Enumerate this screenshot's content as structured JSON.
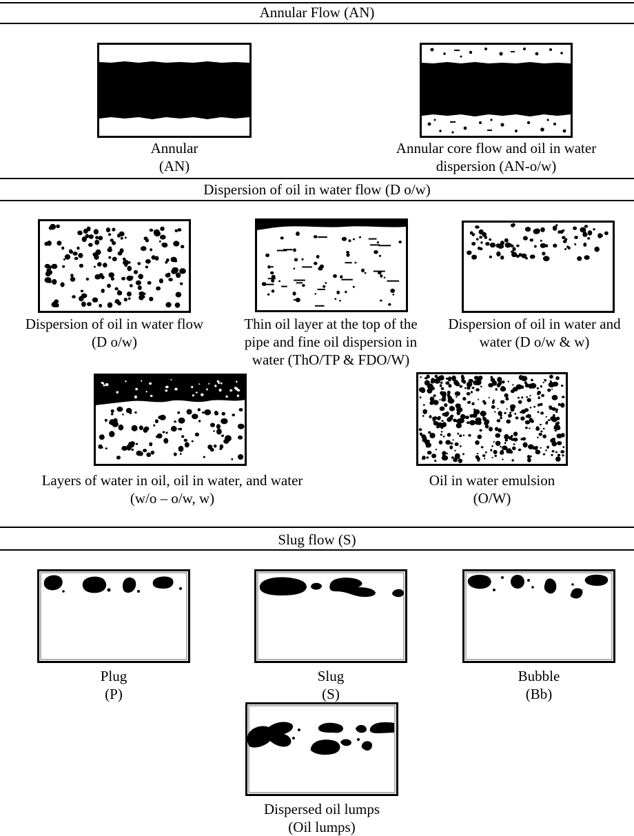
{
  "sections": [
    {
      "title": "Annular Flow (AN)"
    },
    {
      "title": "Dispersion of oil in water flow (D o/w)"
    },
    {
      "title": "Slug flow (S)"
    }
  ],
  "patterns": [
    {
      "id": "an",
      "lines": [
        "Annular",
        "(AN)"
      ]
    },
    {
      "id": "an_ow",
      "lines": [
        "Annular core flow and oil in water",
        "dispersion (AN-o/w)"
      ]
    },
    {
      "id": "dow",
      "lines": [
        "Dispersion of oil in water flow",
        "(D o/w)"
      ]
    },
    {
      "id": "tho",
      "lines": [
        "Thin oil layer at the top of the",
        "pipe and fine oil dispersion in",
        "water (ThO/TP & FDO/W)"
      ]
    },
    {
      "id": "dow_w",
      "lines": [
        "Dispersion of oil in water and",
        "water (D o/w & w)"
      ]
    },
    {
      "id": "layers",
      "lines": [
        "Layers of water in oil, oil in water, and water",
        "(w/o – o/w, w)"
      ]
    },
    {
      "id": "emul",
      "lines": [
        "Oil in water emulsion",
        "(O/W)"
      ]
    },
    {
      "id": "plug",
      "lines": [
        "Plug",
        "(P)"
      ]
    },
    {
      "id": "slug",
      "lines": [
        "Slug",
        "(S)"
      ]
    },
    {
      "id": "bubble",
      "lines": [
        "Bubble",
        "(Bb)"
      ]
    },
    {
      "id": "lumps",
      "lines": [
        "Dispersed oil lumps",
        "(Oil lumps)"
      ]
    }
  ]
}
